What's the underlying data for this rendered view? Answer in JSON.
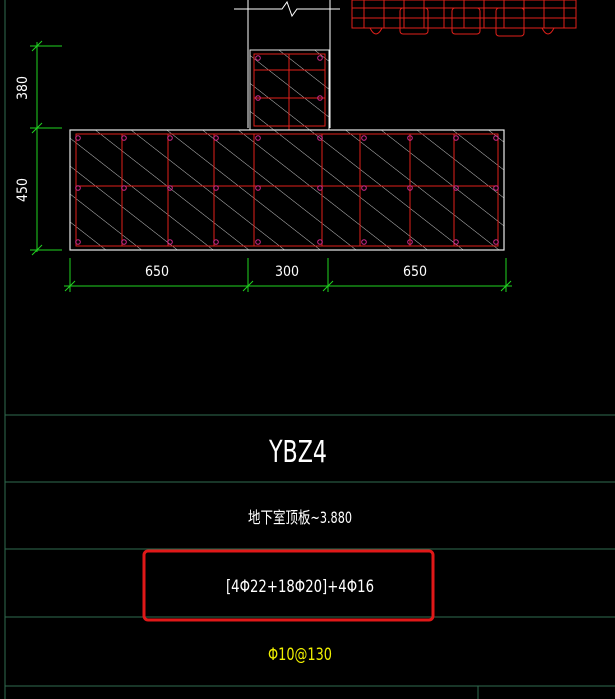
{
  "colors": {
    "background": "#000000",
    "frame": "#2f6b4f",
    "dimension": "#21d321",
    "rebar": "#e0201a",
    "concrete": "#e8e8e8",
    "hatch": "#d6d6d6",
    "text": "#ffffff",
    "stirrup_text": "#f0f000",
    "highlight": "#e01818"
  },
  "dimensions": {
    "vertical": [
      "380",
      "450"
    ],
    "horizontal": [
      "650",
      "300",
      "650"
    ]
  },
  "table": {
    "component_name": "YBZ4",
    "elevation": "地下室顶板~3.880",
    "longitudinal_rebar": "[4Φ22+18Φ20]+4Φ16",
    "stirrup": "Φ10@130"
  }
}
